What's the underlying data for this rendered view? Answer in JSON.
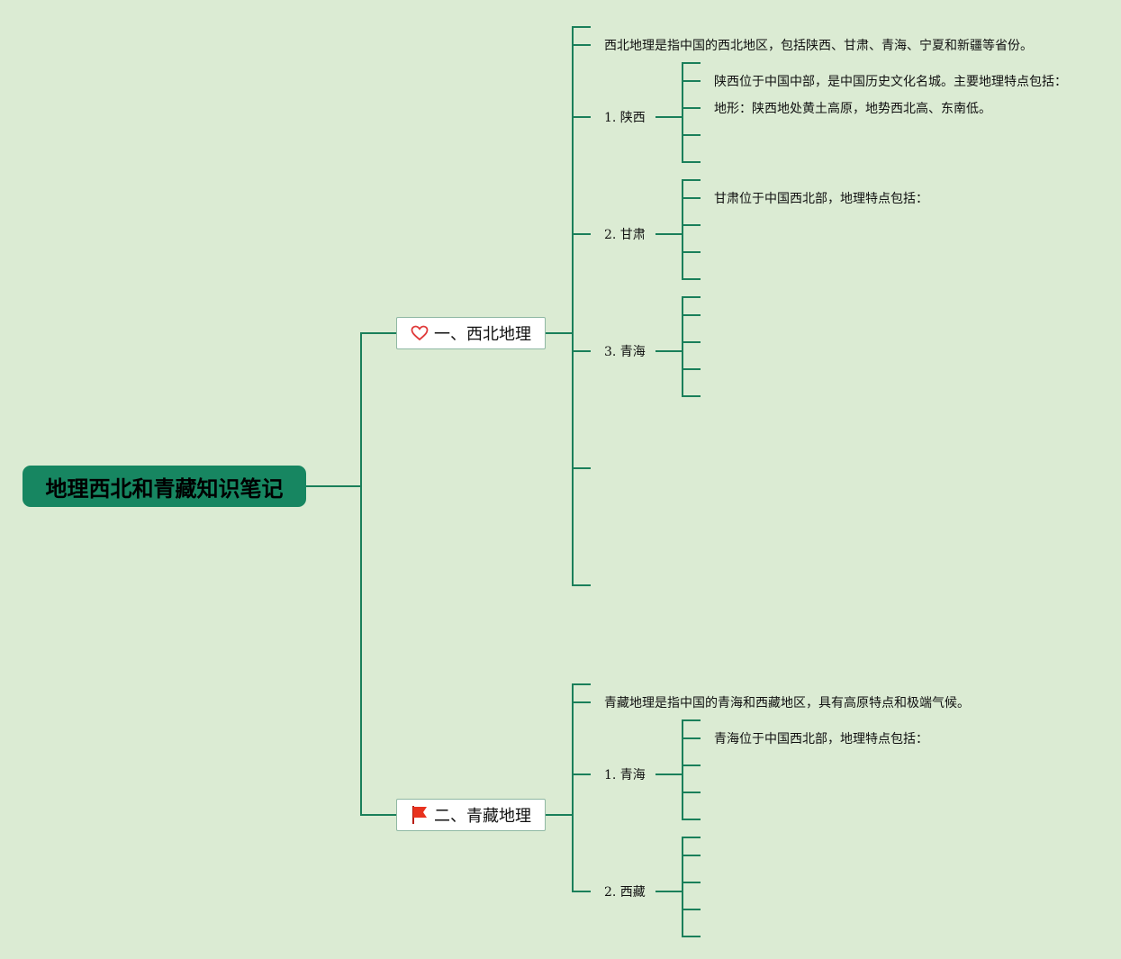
{
  "root": {
    "title": "地理西北和青藏知识笔记"
  },
  "branches": [
    {
      "label": "一、西北地理",
      "icon": "heart-icon",
      "intro": "西北地理是指中国的西北地区，包括陕西、甘肃、青海、宁夏和新疆等省份。",
      "items": [
        {
          "label": "1. 陕西",
          "notes": [
            "陕西位于中国中部，是中国历史文化名城。主要地理特点包括：",
            "地形：陕西地处黄土高原，地势西北高、东南低。"
          ]
        },
        {
          "label": "2. 甘肃",
          "notes": [
            "甘肃位于中国西北部，地理特点包括："
          ]
        },
        {
          "label": "3. 青海",
          "notes": []
        }
      ]
    },
    {
      "label": "二、青藏地理",
      "icon": "red-flag-icon",
      "intro": "青藏地理是指中国的青海和西藏地区，具有高原特点和极端气候。",
      "items": [
        {
          "label": "1. 青海",
          "notes": [
            "青海位于中国西北部，地理特点包括："
          ]
        },
        {
          "label": "2. 西藏",
          "notes": []
        }
      ]
    }
  ],
  "colors": {
    "background": "#dbebd3",
    "root_fill": "#178661",
    "connector": "#1a7f5a",
    "heart": "#e03a3a",
    "flag": "#e8321e"
  }
}
